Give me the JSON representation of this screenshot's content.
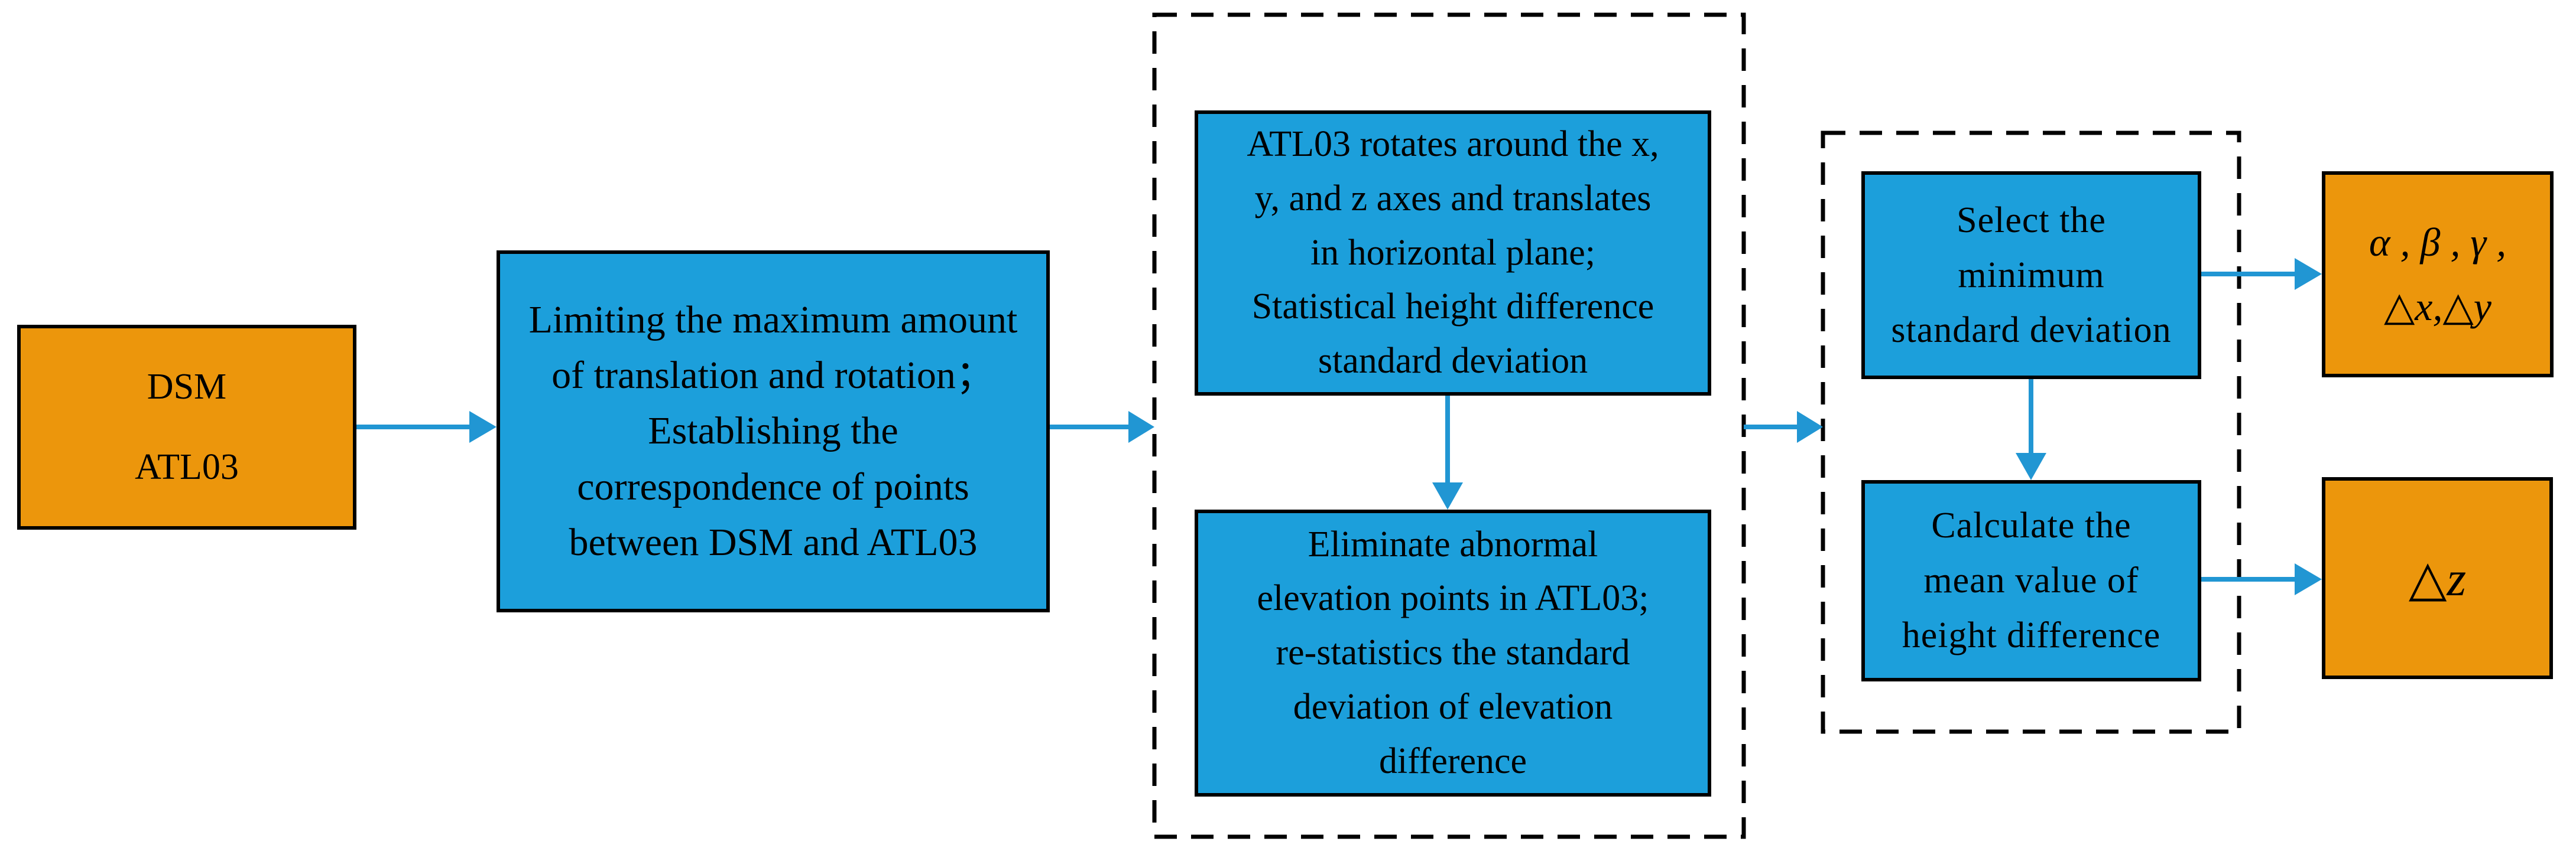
{
  "diagram": {
    "title": "DSM-ATL03 registration flowchart",
    "colors": {
      "box_blue": "#1C9FDB",
      "box_orange": "#EC960C",
      "arrow_blue": "#2196D3",
      "border_black": "#000000",
      "background": "#ffffff"
    },
    "nodes": {
      "input": {
        "lines": [
          "DSM",
          "ATL03"
        ]
      },
      "step1": {
        "lines": [
          "Limiting the maximum amount",
          "of translation and rotation；",
          "Establishing the",
          "correspondence of points",
          "between DSM and ATL03"
        ]
      },
      "stage1_box_top": {
        "lines": [
          "ATL03 rotates around the x,",
          "y, and z axes and translates",
          "in horizontal plane;",
          "Statistical height difference",
          "standard deviation"
        ]
      },
      "stage1_box_bottom": {
        "lines": [
          "Eliminate abnormal",
          "elevation points in ATL03;",
          "re-statistics the standard",
          "deviation of elevation",
          "difference"
        ]
      },
      "stage2_box_top": {
        "lines": [
          "Select the",
          "minimum",
          "standard deviation"
        ]
      },
      "stage2_box_bottom": {
        "lines": [
          "Calculate the",
          "mean value of",
          "height difference"
        ]
      },
      "output_rotation": {
        "lines": [
          "α , β , γ ,",
          "△x,△y"
        ]
      },
      "output_height": {
        "lines": [
          "△z"
        ]
      }
    }
  }
}
